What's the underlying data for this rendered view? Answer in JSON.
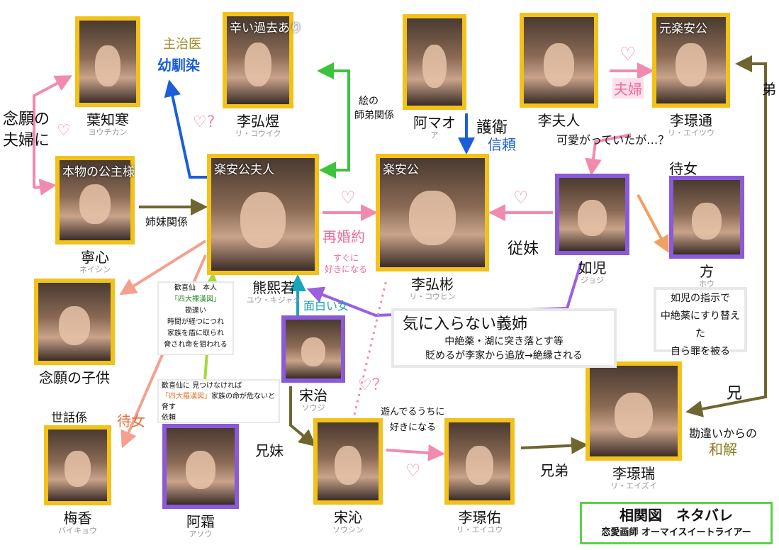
{
  "nodes": [
    {
      "id": "yo",
      "name": "葉知寒",
      "kana": "ヨウチカン"
    },
    {
      "id": "rikoiku",
      "name": "李弘煜",
      "kana": "リ・コウイク",
      "tag": "辛い過去あり"
    },
    {
      "id": "amao",
      "name": "阿マオ",
      "kana": "ア"
    },
    {
      "id": "rifujin",
      "name": "李夫人",
      "kana": ""
    },
    {
      "id": "rieitsu",
      "name": "李璟通",
      "kana": "リ・エイツウ",
      "tag": "元楽安公"
    },
    {
      "id": "neishin",
      "name": "寧心",
      "kana": "ネイシン",
      "tag": "本物の公主様"
    },
    {
      "id": "yukijaku",
      "name": "熊熙若",
      "kana": "ユウ・キジャク",
      "tag": "楽安公夫人"
    },
    {
      "id": "rikohin",
      "name": "李弘彬",
      "kana": "リ・コウヒン",
      "tag": "楽安公"
    },
    {
      "id": "jojo",
      "name": "如児",
      "kana": "ジョジ"
    },
    {
      "id": "ho",
      "name": "方",
      "kana": "ホウ"
    },
    {
      "id": "child",
      "name": "念願の子供",
      "kana": ""
    },
    {
      "id": "soji",
      "name": "宋治",
      "kana": "ソウジ"
    },
    {
      "id": "rieizui",
      "name": "李璟瑞",
      "kana": "リ・エイズイ"
    },
    {
      "id": "baikyo",
      "name": "梅香",
      "kana": "バイキョウ"
    },
    {
      "id": "aso",
      "name": "阿霜",
      "kana": "アソウ"
    },
    {
      "id": "soshin",
      "name": "宋沁",
      "kana": "ソウシン"
    },
    {
      "id": "rieiyu",
      "name": "李璟佑",
      "kana": "リ・エイユウ"
    }
  ],
  "labels": {
    "shujii": "主治医",
    "osananajimi": "幼馴染",
    "nengan": "念願の",
    "fufuni": "夫婦に",
    "e_no": "絵の",
    "shitei": "師弟関係",
    "goei": "護衛",
    "shinrai": "信頼",
    "fufu": "夫婦",
    "kawaigatte": "可愛がっていたが…？",
    "jijo": "待女",
    "shimai": "姉妹関係",
    "saikonyaku": "再婚約",
    "suguni": "すぐに",
    "sukini": "好きになる",
    "itoko": "従妹",
    "omoshiroi": "面白い女",
    "sewagakari": "世話係",
    "jijo2": "待女",
    "kyomai": "兄妹",
    "kyodai": "兄弟",
    "ani": "兄",
    "otouto": "弟",
    "kanchigai": "勘違いからの",
    "wakai": "和解",
    "asonderu": "遊んでるうちに",
    "sukininaru": "好きになる",
    "heart_q": "？"
  },
  "notes": {
    "kankisen1": "歓喜仙　本人",
    "zu1": "「四大裸漢図」",
    "kanchigai": "勘違い",
    "n1": "時間が経つにつれ",
    "n2": "家族を盾に取られ",
    "n3": "脅され命を狙われる",
    "kankisen2": "歓喜仙に",
    "zu2": "「四大羅漢図」",
    "irai": "依頼",
    "m1": "見つけなければ",
    "m2": "家族の命が危ないと脅す",
    "gishi_title": "気に入らない義姉",
    "gishi1": "中絶薬・湖に突き落とす等",
    "gishi2": "貶めるが李家から追放→絶縁される",
    "ho1": "如児の指示で",
    "ho2": "中絶薬にすり替えた",
    "ho3": "自ら罪を被る"
  },
  "title": {
    "main": "相関図　ネタバレ",
    "sub": "恋愛画師 オーマイスイートライアー"
  }
}
